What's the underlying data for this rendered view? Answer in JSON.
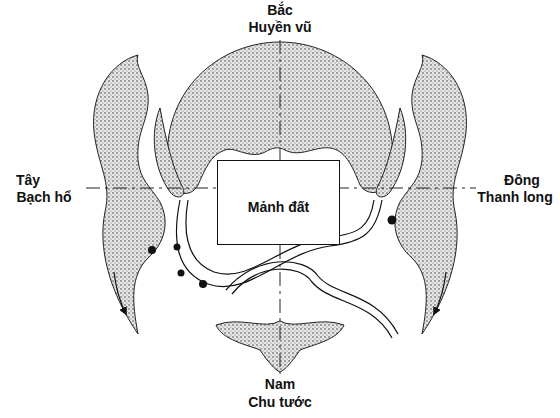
{
  "diagram": {
    "nodes": [
      {
        "text": [
          "Mảnh đất"
        ]
      }
    ],
    "labels": [
      "Bắc",
      "Huyền vũ",
      "Tây",
      "Bạch hổ",
      "Đông",
      "Thanh long",
      "Nam",
      "Chu tước"
    ]
  }
}
